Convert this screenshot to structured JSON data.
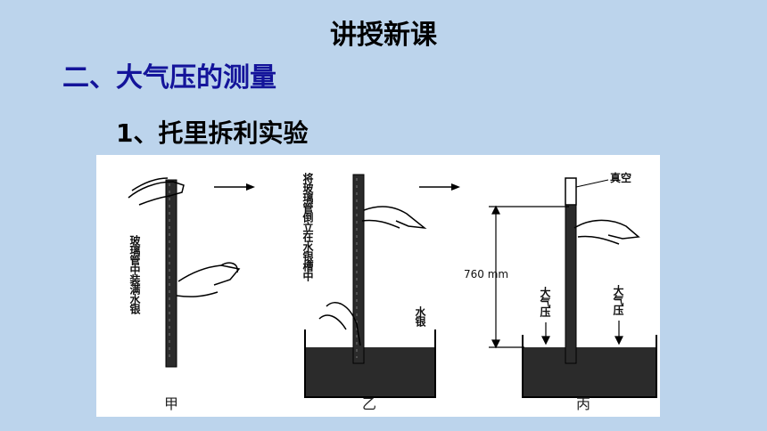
{
  "slide_title": "讲授新课",
  "section_heading": "二、大气压的测量",
  "sub_heading": "1、托里拆利实验",
  "figure": {
    "panel_a": {
      "label": "玻璃管中装满水银",
      "caption": "甲"
    },
    "panel_b": {
      "label": "将玻璃管倒立在水银槽中",
      "mercury_label": "水银",
      "caption": "乙"
    },
    "panel_c": {
      "vacuum_label": "真空",
      "height_label": "760 mm",
      "atm_left": "大气压",
      "atm_right": "大气压",
      "caption": "丙"
    }
  },
  "colors": {
    "background": "#bcd4ec",
    "heading_blue": "#14149a",
    "mercury": "#2b2b2b"
  }
}
